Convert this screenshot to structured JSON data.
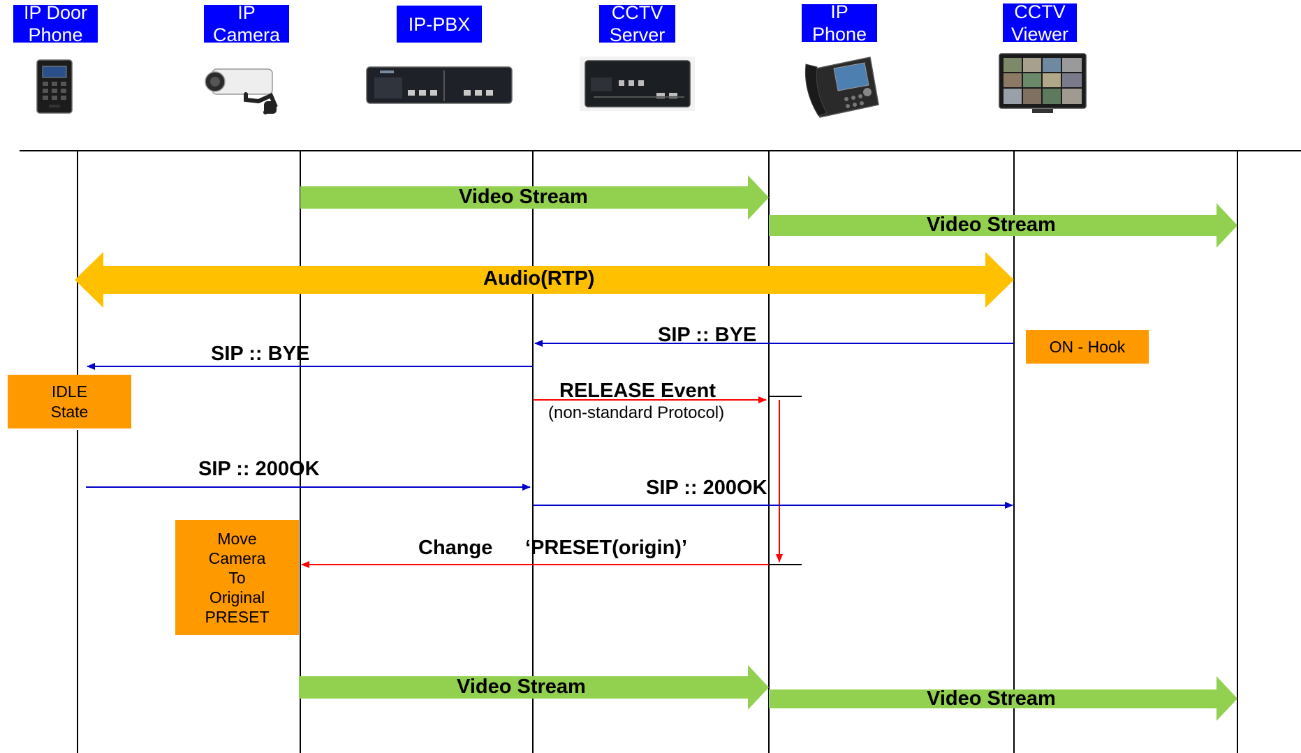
{
  "colors": {
    "header_bg": "#0000ff",
    "header_text": "#ffffff",
    "note_bg": "#ff9900",
    "video_arrow": "#92d050",
    "audio_arrow": "#ffc000",
    "sip_message": "#0000cc",
    "cctv_message": "#ff0000",
    "lifeline": "#000000"
  },
  "participants": [
    {
      "label": "IP Door\nPhone",
      "icon": "door-phone-icon"
    },
    {
      "label": "IP Camera",
      "icon": "ip-camera-icon"
    },
    {
      "label": "IP-PBX",
      "icon": "ip-pbx-icon"
    },
    {
      "label": "CCTV\nServer",
      "icon": "cctv-server-icon"
    },
    {
      "label": "IP Phone",
      "icon": "ip-phone-icon"
    },
    {
      "label": "CCTV\nViewer",
      "icon": "cctv-viewer-icon"
    }
  ],
  "streams": {
    "video_cam_to_server": "Video Stream",
    "video_server_to_viewer": "Video Stream",
    "audio_rtp": "Audio(RTP)",
    "video_cam_to_server_2": "Video Stream",
    "video_server_to_viewer_2": "Video Stream"
  },
  "messages": {
    "bye_phone_to_pbx": "SIP :: BYE",
    "bye_pbx_to_door": "SIP :: BYE",
    "release_event": "RELEASE Event",
    "release_event_note": "(non-standard Protocol)",
    "ok_door_to_pbx": "SIP :: 200OK",
    "ok_pbx_to_phone": "SIP :: 200OK",
    "change_preset_verb": "Change",
    "change_preset_value": "‘PRESET(origin)’"
  },
  "notes": {
    "on_hook": "ON - Hook",
    "idle_state": "IDLE\nState",
    "move_camera": "Move\nCamera\nTo\nOriginal\nPRESET"
  }
}
